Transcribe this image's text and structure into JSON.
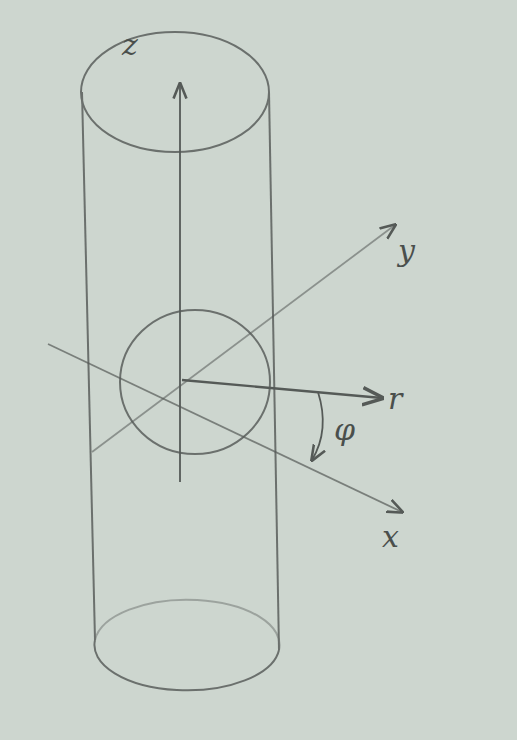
{
  "diagram": {
    "labels": [
      "z",
      "y",
      "r",
      "φ",
      "x"
    ]
  }
}
